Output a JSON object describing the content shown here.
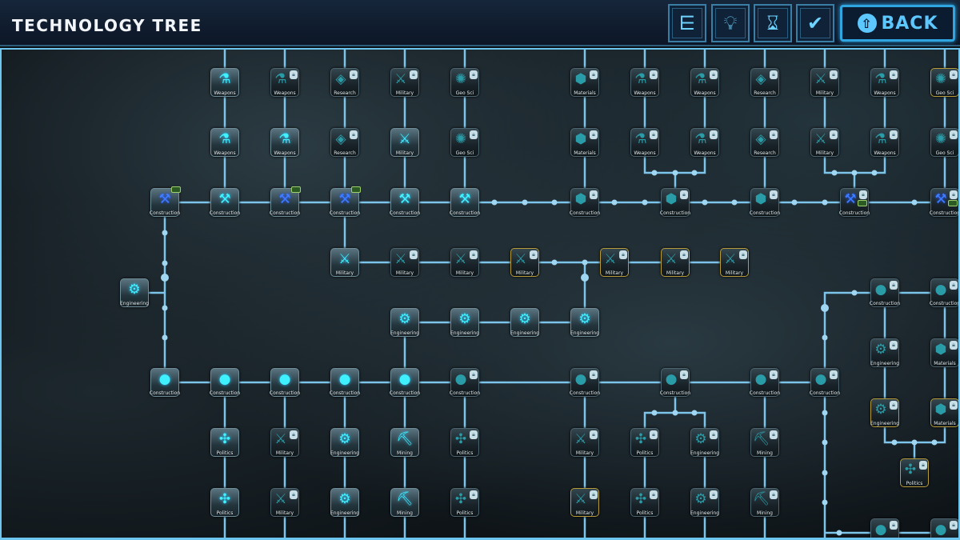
{
  "header": {
    "title": "TECHNOLOGY TREE",
    "buttons": [
      {
        "name": "tree-layout-button",
        "icon": "tree-layout-icon"
      },
      {
        "name": "ideas-button",
        "icon": "lightbulb-icon"
      },
      {
        "name": "research-queue-button",
        "icon": "hourglass-clock-icon"
      },
      {
        "name": "completed-research-button",
        "icon": "hourglass-check-icon"
      }
    ],
    "back_label": "BACK"
  },
  "icons": {
    "weapons": "⚗",
    "research": "◈",
    "military": "⚔",
    "geo": "✺",
    "materials": "⬢",
    "construction": "⚒",
    "orb": "●",
    "engineering": "⚙",
    "politics": "✣",
    "mining": "⛏"
  },
  "nodes": [
    {
      "label": "Weapons",
      "state": "unlocked",
      "icon": "weapons"
    },
    {
      "label": "Weapons",
      "state": "locked",
      "icon": "weapons"
    },
    {
      "label": "Research",
      "state": "locked",
      "icon": "research"
    },
    {
      "label": "Military",
      "state": "locked",
      "icon": "military"
    },
    {
      "label": "Geo Sci",
      "state": "locked",
      "icon": "geo"
    },
    {
      "label": "Materials",
      "state": "locked",
      "icon": "materials"
    },
    {
      "label": "Weapons",
      "state": "locked",
      "icon": "weapons"
    },
    {
      "label": "Weapons",
      "state": "locked",
      "icon": "weapons"
    },
    {
      "label": "Research",
      "state": "locked",
      "icon": "research"
    },
    {
      "label": "Military",
      "state": "locked",
      "icon": "military"
    },
    {
      "label": "Weapons",
      "state": "locked",
      "icon": "weapons"
    },
    {
      "label": "Geo Sci",
      "state": "locked",
      "icon": "geo",
      "gold": true
    },
    {
      "label": "Weapons",
      "state": "unlocked",
      "icon": "weapons"
    },
    {
      "label": "Weapons",
      "state": "unlocked",
      "icon": "weapons"
    },
    {
      "label": "Research",
      "state": "locked",
      "icon": "research"
    },
    {
      "label": "Military",
      "state": "unlocked",
      "icon": "military"
    },
    {
      "label": "Geo Sci",
      "state": "locked",
      "icon": "geo"
    },
    {
      "label": "Materials",
      "state": "locked",
      "icon": "materials"
    },
    {
      "label": "Weapons",
      "state": "locked",
      "icon": "weapons"
    },
    {
      "label": "Weapons",
      "state": "locked",
      "icon": "weapons"
    },
    {
      "label": "Research",
      "state": "locked",
      "icon": "research"
    },
    {
      "label": "Military",
      "state": "locked",
      "icon": "military"
    },
    {
      "label": "Weapons",
      "state": "locked",
      "icon": "weapons"
    },
    {
      "label": "Geo Sci",
      "state": "locked",
      "icon": "geo"
    },
    {
      "label": "Construction",
      "state": "unlocked",
      "icon": "construction",
      "variant": "blue",
      "badge": true
    },
    {
      "label": "Construction",
      "state": "unlocked",
      "icon": "construction"
    },
    {
      "label": "Construction",
      "state": "unlocked",
      "icon": "construction",
      "variant": "blue",
      "badge": true
    },
    {
      "label": "Construction",
      "state": "unlocked",
      "icon": "construction",
      "variant": "blue",
      "badge": true
    },
    {
      "label": "Construction",
      "state": "unlocked",
      "icon": "construction"
    },
    {
      "label": "Construction",
      "state": "unlocked",
      "icon": "construction"
    },
    {
      "label": "Construction",
      "state": "locked",
      "icon": "materials"
    },
    {
      "label": "Construction",
      "state": "locked",
      "icon": "materials"
    },
    {
      "label": "Construction",
      "state": "locked",
      "icon": "materials"
    },
    {
      "label": "Construction",
      "state": "locked",
      "icon": "construction",
      "variant": "blue",
      "badge": true
    },
    {
      "label": "Construction",
      "state": "locked",
      "icon": "construction",
      "variant": "blue",
      "badge": true
    },
    {
      "label": "Military",
      "state": "unlocked",
      "icon": "military"
    },
    {
      "label": "Military",
      "state": "locked",
      "icon": "military"
    },
    {
      "label": "Military",
      "state": "locked",
      "icon": "military"
    },
    {
      "label": "Military",
      "state": "locked",
      "icon": "military",
      "gold": true
    },
    {
      "label": "Military",
      "state": "locked",
      "icon": "military",
      "gold": true
    },
    {
      "label": "Military",
      "state": "locked",
      "icon": "military",
      "gold": true
    },
    {
      "label": "Military",
      "state": "locked",
      "icon": "military",
      "gold": true
    },
    {
      "label": "Engineering",
      "state": "unlocked",
      "icon": "engineering"
    },
    {
      "label": "Construction",
      "state": "locked",
      "icon": "orb"
    },
    {
      "label": "Construction",
      "state": "locked",
      "icon": "orb"
    },
    {
      "label": "Engineering",
      "state": "unlocked",
      "icon": "engineering"
    },
    {
      "label": "Engineering",
      "state": "unlocked",
      "icon": "engineering"
    },
    {
      "label": "Engineering",
      "state": "unlocked",
      "icon": "engineering"
    },
    {
      "label": "Engineering",
      "state": "unlocked",
      "icon": "engineering"
    },
    {
      "label": "Engineering",
      "state": "locked",
      "icon": "engineering"
    },
    {
      "label": "Materials",
      "state": "locked",
      "icon": "materials"
    },
    {
      "label": "Construction",
      "state": "unlocked",
      "icon": "orb"
    },
    {
      "label": "Construction",
      "state": "unlocked",
      "icon": "orb"
    },
    {
      "label": "Construction",
      "state": "unlocked",
      "icon": "orb"
    },
    {
      "label": "Construction",
      "state": "unlocked",
      "icon": "orb"
    },
    {
      "label": "Construction",
      "state": "unlocked",
      "icon": "orb"
    },
    {
      "label": "Construction",
      "state": "locked",
      "icon": "orb"
    },
    {
      "label": "Construction",
      "state": "locked",
      "icon": "orb"
    },
    {
      "label": "Construction",
      "state": "locked",
      "icon": "orb"
    },
    {
      "label": "Construction",
      "state": "locked",
      "icon": "orb"
    },
    {
      "label": "Construction",
      "state": "locked",
      "icon": "orb"
    },
    {
      "label": "Engineering",
      "state": "locked",
      "icon": "engineering",
      "gold": true
    },
    {
      "label": "Materials",
      "state": "locked",
      "icon": "materials",
      "gold": true
    },
    {
      "label": "Politics",
      "state": "unlocked",
      "icon": "politics"
    },
    {
      "label": "Military",
      "state": "locked",
      "icon": "military"
    },
    {
      "label": "Engineering",
      "state": "unlocked",
      "icon": "engineering"
    },
    {
      "label": "Mining",
      "state": "unlocked",
      "icon": "mining"
    },
    {
      "label": "Politics",
      "state": "locked",
      "icon": "politics"
    },
    {
      "label": "Military",
      "state": "locked",
      "icon": "military"
    },
    {
      "label": "Politics",
      "state": "locked",
      "icon": "politics"
    },
    {
      "label": "Engineering",
      "state": "locked",
      "icon": "engineering"
    },
    {
      "label": "Mining",
      "state": "locked",
      "icon": "mining"
    },
    {
      "label": "Politics",
      "state": "locked",
      "icon": "politics",
      "gold": true
    },
    {
      "label": "Politics",
      "state": "unlocked",
      "icon": "politics"
    },
    {
      "label": "Military",
      "state": "locked",
      "icon": "military"
    },
    {
      "label": "Engineering",
      "state": "unlocked",
      "icon": "engineering"
    },
    {
      "label": "Mining",
      "state": "unlocked",
      "icon": "mining"
    },
    {
      "label": "Politics",
      "state": "locked",
      "icon": "politics"
    },
    {
      "label": "Military",
      "state": "locked",
      "icon": "military",
      "gold": true
    },
    {
      "label": "Politics",
      "state": "locked",
      "icon": "politics"
    },
    {
      "label": "Engineering",
      "state": "locked",
      "icon": "engineering"
    },
    {
      "label": "Mining",
      "state": "locked",
      "icon": "mining"
    },
    {
      "label": "",
      "state": "locked",
      "icon": "orb"
    },
    {
      "label": "",
      "state": "locked",
      "icon": "orb"
    }
  ],
  "colors": {
    "accent": "#6cc6f0",
    "line": "#7cc4ea",
    "unlocked_icon": "#3ff0ff",
    "blue_icon": "#3c7cff",
    "gold": "#b79a3a"
  }
}
